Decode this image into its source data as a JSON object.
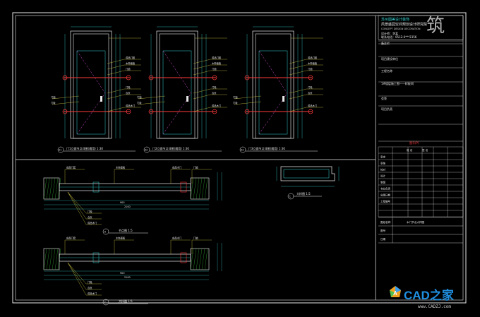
{
  "title_block": {
    "company_line1": "苏州圆美设计装饰",
    "company_line2": "风景盛园空间规划设计研究院",
    "company_line3": "CONCEPT DESIGN DECORATION",
    "phone_label": "联系电话：",
    "phone_value": "0512-6***2356",
    "site_label": "设计师：",
    "site_value": "李某",
    "rows": [
      "备注栏",
      "项目建设单位",
      "项目名称",
      "工程名称",
      "1#楼层施工图——样板间",
      "",
      "会签",
      "项目负责",
      "审定",
      "审核",
      "校对",
      "设计",
      "制图",
      "专业负责",
      "出图日期",
      "工程编号"
    ],
    "red_label": "图号(P)",
    "approval_header": [
      "姓 名",
      "签 名"
    ],
    "footer_labels": [
      "图纸名称",
      "图号",
      "日期"
    ],
    "footer_values": [
      "木门节点大样图",
      "",
      ""
    ],
    "logo_glyph": "筑"
  },
  "drawing": {
    "elev_titles": [
      "门1立面节点详图(通用) 1:30",
      "门2立面节点详图(通用) 1:30",
      "门3立面节点详图(通用) 1:30"
    ],
    "elev_numbers": [
      "01",
      "02",
      "03"
    ],
    "section_titles": [
      "节点图  1:5",
      "大样图  1:5",
      "大样图  1:5"
    ],
    "section_numbers": [
      "A",
      "B",
      "C"
    ],
    "callouts": [
      "成品门套",
      "木饰面板",
      "门锁",
      "门吸",
      "合页",
      "成品木门"
    ],
    "dims": [
      "900",
      "2100",
      "60",
      "40"
    ]
  },
  "watermark": {
    "brand": "CAD之家",
    "url": "www.CADZJ.com"
  },
  "colors": {
    "background": "#000000",
    "frame": "#e8e8e8",
    "cyan": "#39d3d3",
    "red": "#ff3a3a",
    "yellow": "#e8e04a",
    "green": "#3fd63f",
    "magenta": "#d04fd0"
  }
}
